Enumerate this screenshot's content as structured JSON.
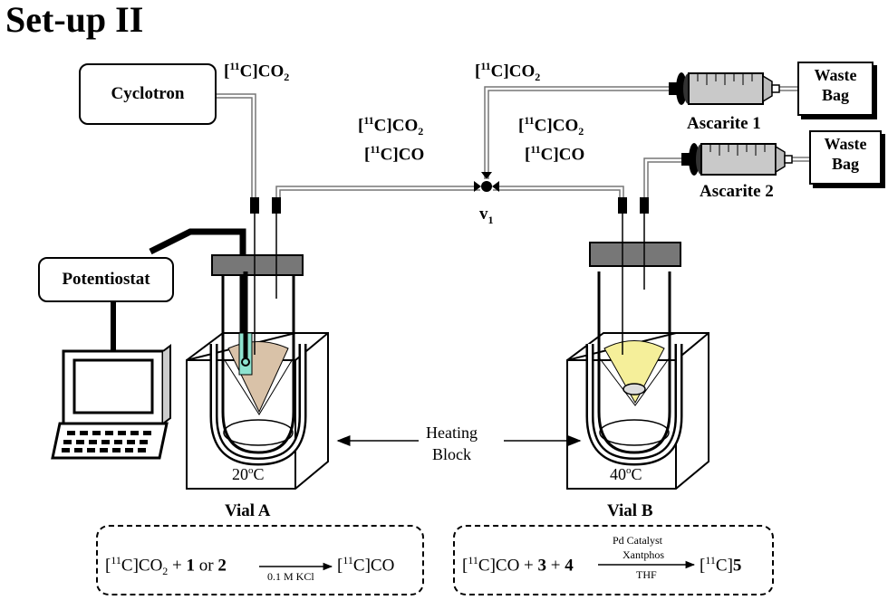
{
  "title": "Set-up II",
  "nodes": {
    "cyclotron": "Cyclotron",
    "potentiostat": "Potentiostat",
    "waste_bag_1": [
      "Waste",
      "Bag"
    ],
    "waste_bag_2": [
      "Waste",
      "Bag"
    ],
    "ascarite_1": "Ascarite 1",
    "ascarite_2": "Ascarite 2",
    "valve": "v",
    "valve_sub": "1",
    "heating_block": [
      "Heating",
      "Block"
    ],
    "vial_a": "Vial A",
    "vial_b": "Vial B",
    "temp_a": "20",
    "temp_b": "40",
    "temp_unit": "C",
    "temp_degree": "o"
  },
  "gas_labels": {
    "iso": "11",
    "c": "C",
    "co2": "CO",
    "co2_sub": "2",
    "co": "CO"
  },
  "reactions": {
    "a": {
      "iso": "11",
      "reactant_prefix": "[",
      "reactant_rest": "C]CO",
      "reactant_sub": "2",
      "plus": " + ",
      "r1": "1",
      "or": " or ",
      "r2": "2",
      "condition": "0.1 M KCl",
      "product_rest": "C]CO"
    },
    "b": {
      "iso": "11",
      "reactant_rest": "C]CO",
      "plus": " + ",
      "r3": "3",
      "plus2": " + ",
      "r4": "4",
      "cond_top": "Pd Catalyst",
      "cond_mid": "Xantphos",
      "cond_bottom": "THF",
      "product_rest": "C]",
      "product_num": "5"
    }
  },
  "colors": {
    "line": "#000000",
    "tube_grey": "#9a9a9a",
    "cap_grey": "#777777",
    "liquid_a": "#d9c2a8",
    "liquid_b": "#f5ef9a",
    "electrode": "#8ee3d0"
  }
}
